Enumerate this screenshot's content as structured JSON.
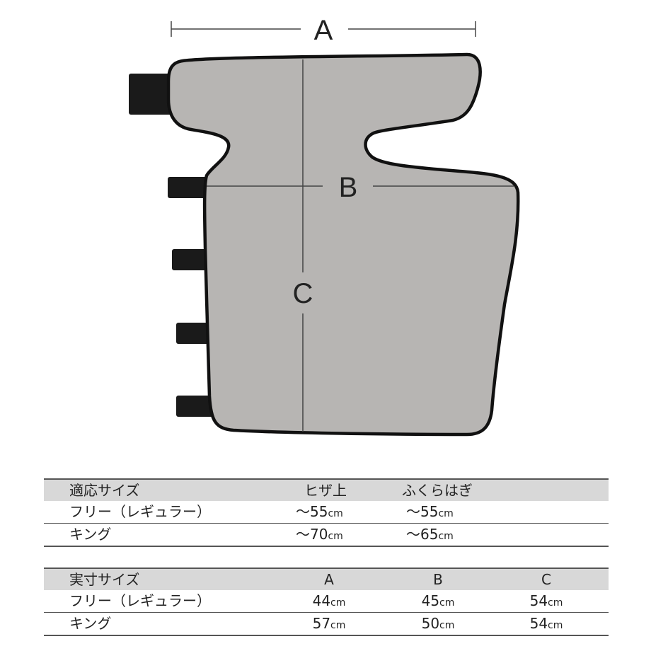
{
  "diagram": {
    "labels": {
      "a": "A",
      "b": "B",
      "c": "C"
    },
    "colors": {
      "fill": "#b7b5b3",
      "outline": "#111111",
      "tabs": "#1a1a1a",
      "line": "#444444"
    }
  },
  "fit_table": {
    "header": [
      "適応サイズ",
      "ヒザ上",
      "ふくらはぎ"
    ],
    "rows": [
      {
        "name": "フリー（レギュラー）",
        "v1": "～55",
        "v2": "～55",
        "unit1": "cm",
        "unit2": "cm"
      },
      {
        "name": "キング",
        "v1": "～70",
        "v2": "～65",
        "unit1": "cm",
        "unit2": "cm"
      }
    ]
  },
  "size_table": {
    "header": [
      "実寸サイズ",
      "A",
      "B",
      "C"
    ],
    "rows": [
      {
        "name": "フリー（レギュラー）",
        "a": "44",
        "b": "45",
        "c": "54",
        "unit": "cm"
      },
      {
        "name": "キング",
        "a": "57",
        "b": "50",
        "c": "54",
        "unit": "cm"
      }
    ]
  }
}
